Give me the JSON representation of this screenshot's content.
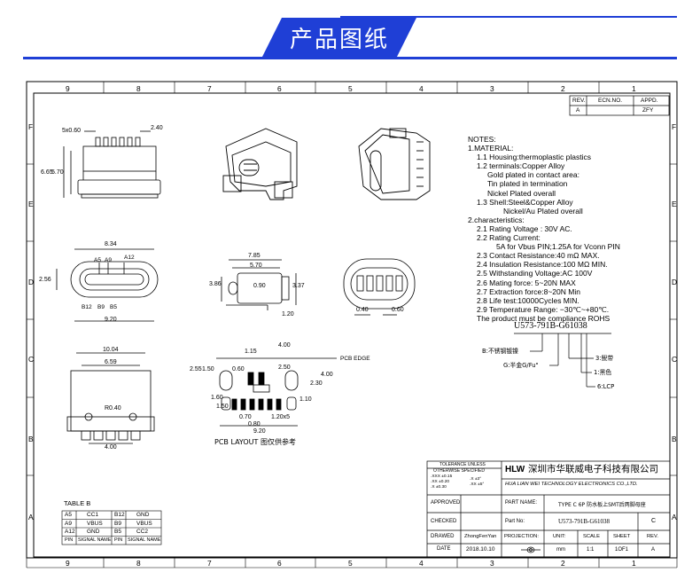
{
  "banner": {
    "title": "产品图纸"
  },
  "frame": {
    "columns_top": [
      "9",
      "8",
      "7",
      "6",
      "5",
      "4",
      "3",
      "2",
      "1"
    ],
    "columns_bottom": [
      "9",
      "8",
      "7",
      "6",
      "5",
      "4",
      "3",
      "2",
      "1"
    ],
    "rows": [
      "F",
      "E",
      "D",
      "C",
      "B",
      "A"
    ]
  },
  "revision": {
    "headers": [
      "REV.",
      "ECN.NO.",
      "APPD."
    ],
    "rev": "A",
    "ecn": "",
    "appd": "ZFY"
  },
  "dims": {
    "top_pitch": "5x0.60",
    "top_width": "2.40",
    "h665": "6.65",
    "h570": "5.70",
    "w834": "8.34",
    "a5": "A5",
    "a9": "A9",
    "a12": "A12",
    "b12": "B12",
    "b9": "B9",
    "b5": "B5",
    "h256": "2.56",
    "w920": "9.20",
    "w785": "7.85",
    "w570": "5.70",
    "h386": "3.86",
    "h090": "0.90",
    "h337": "3.37",
    "h120": "1.20",
    "d040": "0.40",
    "d060": "0.60",
    "w1004": "10.04",
    "w659": "6.59",
    "r040": "R0.40",
    "w400b": "4.00",
    "pcb_edge": "PCB EDGE",
    "p400": "4.00",
    "p115": "1.15",
    "p250": "2.50",
    "p255": "2.55",
    "p150": "1.50",
    "p060": "0.60",
    "p160": "1.60",
    "p230": "2.30",
    "p400r": "4.00",
    "p070": "0.70",
    "p080": "0.80",
    "p120x5": "1.20x5",
    "p920": "9.20",
    "p110": "1.10",
    "p150b": "1.50",
    "pcb_layout": "PCB LAYOUT 图仅供参考"
  },
  "notes": [
    "NOTES:",
    "1.MATERIAL:",
    "   1.1 Housing:thermoplastic plastics",
    "   1.2 terminals:Copper Alloy",
    "      Gold plated in contact area:",
    "      Tin plated in termination",
    "      Nickel Plated overall",
    "   1.3 Shell:Steel&Copper Alloy",
    "           Nickel/Au Plated overall",
    "2.characteristics:",
    "   2.1 Rating Voltage : 30V AC.",
    "   2.2 Rating Current:",
    "         5A for Vbus PIN;1.25A for Vconn PIN",
    "   2.3 Contact Resistance:40 mΩ MAX.",
    "   2.4 Insulation Resistance:100 MΩ MIN.",
    "   2.5 Withstanding Voltage:AC 100V",
    "   2.6 Mating force: 5~20N MAX",
    "   2.7 Extraction force:8~20N Min",
    "   2.8 Life test:10000Cycles MIN.",
    "   2.9 Temperature Range: −30℃~+80℃.",
    "   The product must be compliance ROHS"
  ],
  "part_code": {
    "code": "U573-791B-G61038",
    "label_b": "B:不锈钢镀镍",
    "label_g": "G:半金G/Fu\"",
    "label_3": "3:鲵带",
    "label_1": "1:黑色",
    "label_6": "6:LCP"
  },
  "table_b": {
    "title": "TABLE B",
    "rows": [
      [
        "A5",
        "CC1",
        "B12",
        "GND"
      ],
      [
        "A9",
        "VBUS",
        "B9",
        "VBUS"
      ],
      [
        "A12",
        "GND",
        "B5",
        "CC2"
      ],
      [
        "PIN",
        "SIGNAL NAME",
        "PIN",
        "SIGNAL NAME"
      ]
    ]
  },
  "title_block": {
    "tolerance_title": "TOLERANCE UNLESS",
    "tolerance_title2": "OTHERWISE SPECIFIED",
    "tol1": ".XXX ±0.15",
    "tol2": ".XX  ±0.20",
    "tol3": ".X   ±0.30",
    "ang1": ".X  ±3°",
    "ang2": ".XX ±5°",
    "company_cn": "深圳市华联威电子科技有限公司",
    "company_en": "HUA LIAN WEI TECHNOLOGY ELECTRONICS CO.,LTD.",
    "logo": "HLW",
    "approved": "APPROVED",
    "checked": "CHECKED",
    "drawed": "DRAWED",
    "date_label": "DATE",
    "drawer": "ZhongFenYan",
    "date": "2018.10.10",
    "part_name_label": "PART NAME:",
    "part_name": "TYPE C 6P 防水板上SMT后两脚母座",
    "part_no_label": "Part No:",
    "part_no": "U573-791B-G61038",
    "rev_letter": "C",
    "projection_label": "PROJECTION:",
    "unit_label": "UNIT:",
    "scale_label": "SCALE",
    "sheet_label": "SHEET",
    "rev_label": "REV.",
    "unit": "mm",
    "scale": "1:1",
    "sheet": "1OF1",
    "rev": "A"
  }
}
